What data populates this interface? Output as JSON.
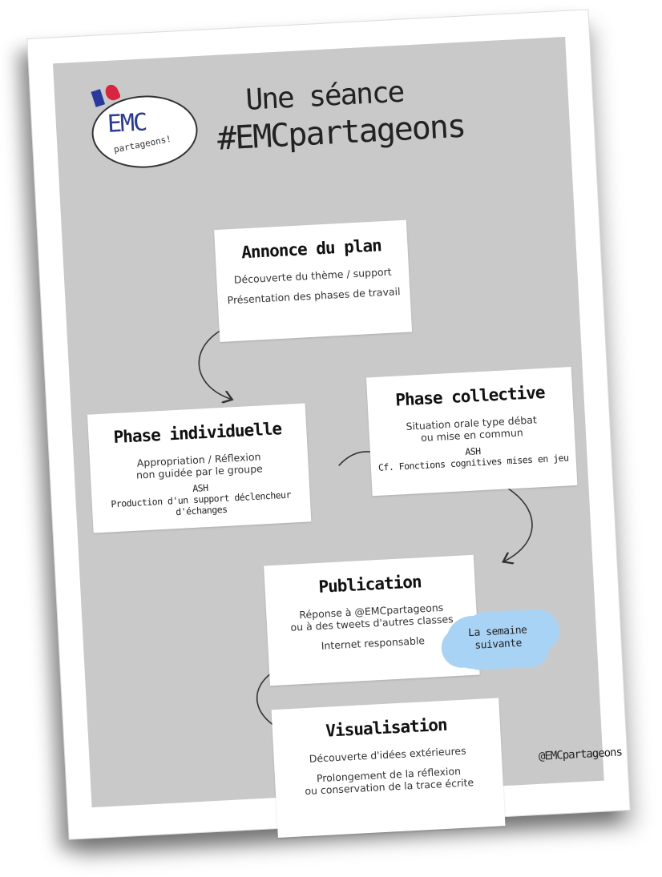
{
  "header": {
    "title_line1": "Une séance",
    "title_line2": "#EMCpartageons"
  },
  "logo": {
    "text": "EMC",
    "subtext": "partageons!"
  },
  "cards": {
    "annonce": {
      "title": "Annonce du plan",
      "lines": [
        "Découverte du thème / support",
        "Présentation des phases de travail"
      ]
    },
    "individuelle": {
      "title": "Phase individuelle",
      "lines": [
        "Appropriation / Réflexion",
        "non guidée par le groupe"
      ],
      "ash_label": "ASH",
      "ash_text": "Production d'un support déclencheur d'échanges"
    },
    "collective": {
      "title": "Phase collective",
      "lines": [
        "Situation orale type débat",
        "ou mise en commun"
      ],
      "ash_label": "ASH",
      "ash_text": "Cf. Fonctions cognitives mises en jeu"
    },
    "publication": {
      "title": "Publication",
      "lines": [
        "Réponse à @EMCpartageons",
        "ou à des tweets d'autres classes"
      ],
      "extra": "Internet responsable"
    },
    "visualisation": {
      "title": "Visualisation",
      "lines": [
        "Découverte d'idées extérieures"
      ],
      "lines2": [
        "Prolongement de la réflexion",
        "ou conservation de la trace écrite"
      ]
    }
  },
  "cloud": {
    "line1": "La semaine",
    "line2": "suivante"
  },
  "credit": "@EMCpartageons",
  "colors": {
    "panel": "#c9c9c9",
    "cloud": "#a9d3f5",
    "flag_blue": "#2a3a9c",
    "flag_red": "#d7263d"
  }
}
